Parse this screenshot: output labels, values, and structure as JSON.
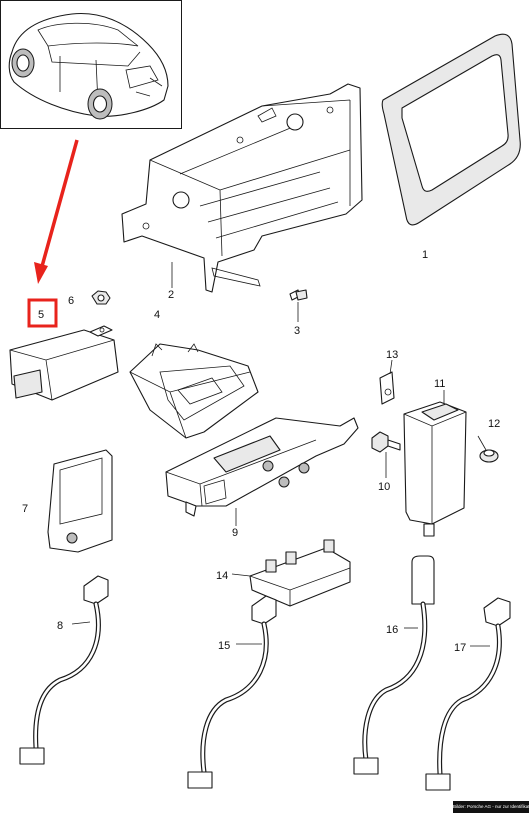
{
  "callouts": {
    "n1": "1",
    "n2": "2",
    "n3": "3",
    "n4": "4",
    "n5": "5",
    "n6": "6",
    "n7": "7",
    "n8": "8",
    "n9": "9",
    "n10": "10",
    "n11": "11",
    "n12": "12",
    "n13": "13",
    "n14": "14",
    "n15": "15",
    "n16": "16",
    "n17": "17"
  },
  "highlight": {
    "callout": "5",
    "color": "#e8231c"
  },
  "arrow": {
    "color": "#e8231c",
    "points_to": "5"
  },
  "copyright_text": "Bilder: Porsche AG - nur zur Identifikation"
}
